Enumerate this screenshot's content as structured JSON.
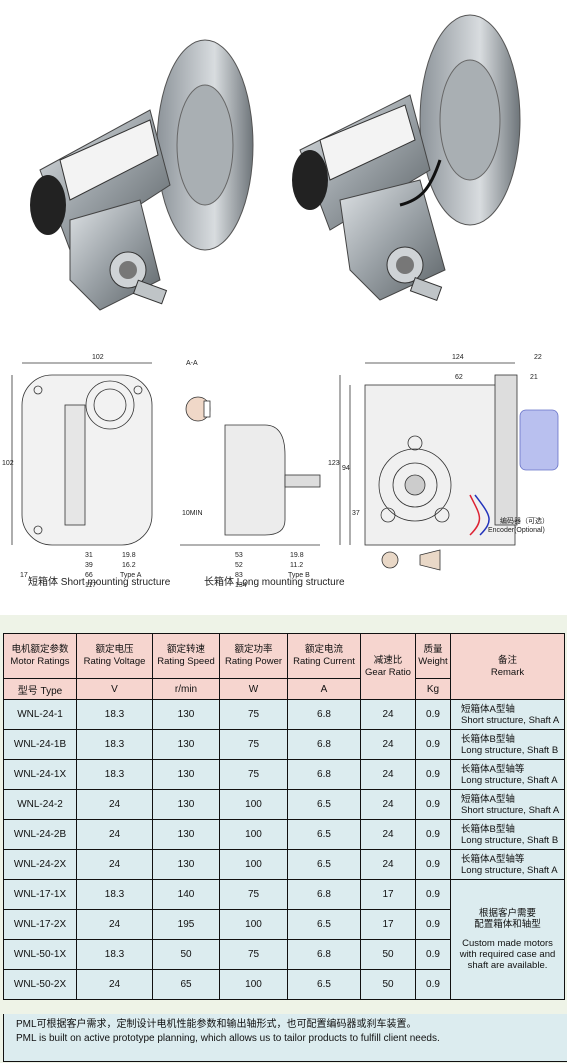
{
  "drawings": {
    "short_caption": "短箱体  Short mounting structure",
    "long_caption": "长箱体  Long mounting structure",
    "encoder_label_cn": "编码器（可选）",
    "encoder_label_en": "Encoder(Optional)",
    "dim_102_top": "102",
    "dim_102_side": "102",
    "section_label": "A-A",
    "dim_124": "124",
    "dim_22": "22",
    "dim_62": "62",
    "dim_21": "21",
    "dim_123": "123",
    "dim_94": "94",
    "dim_37": "37",
    "short_dims": [
      "31",
      "39",
      "66",
      "117",
      "17",
      "19.8",
      "16.2",
      "Type A"
    ],
    "long_dims": [
      "53",
      "52",
      "83",
      "134",
      "19.8",
      "11.2",
      "Type B"
    ],
    "min_label": "10MIN"
  },
  "table": {
    "headers": [
      {
        "cn": "电机额定参数",
        "en": "Motor Ratings"
      },
      {
        "cn": "额定电压",
        "en": "Rating Voltage"
      },
      {
        "cn": "额定转速",
        "en": "Rating Speed"
      },
      {
        "cn": "额定功率",
        "en": "Rating Power"
      },
      {
        "cn": "额定电流",
        "en": "Rating Current"
      },
      {
        "cn": "减速比",
        "en": "Gear Ratio"
      },
      {
        "cn": "质量",
        "en": "Weight"
      },
      {
        "cn": "备注",
        "en": "Remark"
      }
    ],
    "units": [
      "型号 Type",
      "V",
      "r/min",
      "W",
      "A",
      "",
      "Kg"
    ],
    "rows": [
      {
        "type": "WNL-24-1",
        "voltage": "18.3",
        "speed": "130",
        "power": "75",
        "current": "6.8",
        "ratio": "24",
        "weight": "0.9",
        "remark_cn": "短箱体A型轴",
        "remark_en": "Short structure, Shaft A"
      },
      {
        "type": "WNL-24-1B",
        "voltage": "18.3",
        "speed": "130",
        "power": "75",
        "current": "6.8",
        "ratio": "24",
        "weight": "0.9",
        "remark_cn": "长箱体B型轴",
        "remark_en": "Long structure, Shaft B"
      },
      {
        "type": "WNL-24-1X",
        "voltage": "18.3",
        "speed": "130",
        "power": "75",
        "current": "6.8",
        "ratio": "24",
        "weight": "0.9",
        "remark_cn": "长箱体A型轴等",
        "remark_en": "Long structure, Shaft A"
      },
      {
        "type": "WNL-24-2",
        "voltage": "24",
        "speed": "130",
        "power": "100",
        "current": "6.5",
        "ratio": "24",
        "weight": "0.9",
        "remark_cn": "短箱体A型轴",
        "remark_en": "Short structure, Shaft A"
      },
      {
        "type": "WNL-24-2B",
        "voltage": "24",
        "speed": "130",
        "power": "100",
        "current": "6.5",
        "ratio": "24",
        "weight": "0.9",
        "remark_cn": "长箱体B型轴",
        "remark_en": "Long structure, Shaft B"
      },
      {
        "type": "WNL-24-2X",
        "voltage": "24",
        "speed": "130",
        "power": "100",
        "current": "6.5",
        "ratio": "24",
        "weight": "0.9",
        "remark_cn": "长箱体A型轴等",
        "remark_en": "Long structure, Shaft A"
      },
      {
        "type": "WNL-17-1X",
        "voltage": "18.3",
        "speed": "140",
        "power": "75",
        "current": "6.8",
        "ratio": "17",
        "weight": "0.9"
      },
      {
        "type": "WNL-17-2X",
        "voltage": "24",
        "speed": "195",
        "power": "100",
        "current": "6.5",
        "ratio": "17",
        "weight": "0.9"
      },
      {
        "type": "WNL-50-1X",
        "voltage": "18.3",
        "speed": "50",
        "power": "75",
        "current": "6.8",
        "ratio": "50",
        "weight": "0.9"
      },
      {
        "type": "WNL-50-2X",
        "voltage": "24",
        "speed": "65",
        "power": "100",
        "current": "6.5",
        "ratio": "50",
        "weight": "0.9"
      }
    ],
    "custom_remark_cn1": "根据客户需要",
    "custom_remark_cn2": "配置箱体和轴型",
    "custom_remark_en": "Custom made motors with required case and shaft are available."
  },
  "footer": {
    "cn": "PML可根据客户需求，定制设计电机性能参数和输出轴形式，也可配置编码器或刹车装置。",
    "en": "PML is built on active prototype planning, which allows us to tailor products to fulfill client needs."
  },
  "colors": {
    "header_bg": "#f6d5cf",
    "cell_bg": "#dcecef",
    "page_bg": "#eef3e7"
  }
}
